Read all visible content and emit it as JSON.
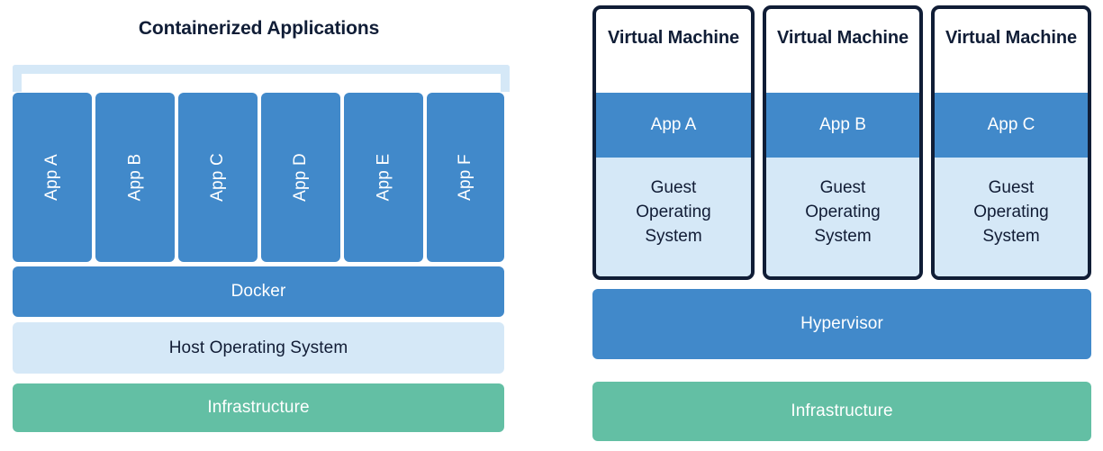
{
  "diagram": {
    "left_panel": {
      "title": "Containerized Applications",
      "apps": [
        {
          "label": "App A"
        },
        {
          "label": "App B"
        },
        {
          "label": "App C"
        },
        {
          "label": "App D"
        },
        {
          "label": "App E"
        },
        {
          "label": "App F"
        }
      ],
      "layers": [
        {
          "label": "Docker",
          "color": "#4189ca"
        },
        {
          "label": "Host Operating System",
          "color": "#d5e8f7"
        },
        {
          "label": "Infrastructure",
          "color": "#63bfa4"
        }
      ]
    },
    "right_panel": {
      "vms": [
        {
          "title": "Virtual Machine",
          "app": "App A",
          "guest_os": "Guest\nOperating\nSystem"
        },
        {
          "title": "Virtual Machine",
          "app": "App B",
          "guest_os": "Guest\nOperating\nSystem"
        },
        {
          "title": "Virtual Machine",
          "app": "App C",
          "guest_os": "Guest\nOperating\nSystem"
        }
      ],
      "layers": [
        {
          "label": "Hypervisor",
          "color": "#4189ca"
        },
        {
          "label": "Infrastructure",
          "color": "#63bfa4"
        }
      ]
    },
    "colors": {
      "accent_blue": "#4189ca",
      "light_blue": "#d5e8f7",
      "green": "#63bfa4",
      "navy": "#101d36",
      "white": "#ffffff"
    }
  }
}
